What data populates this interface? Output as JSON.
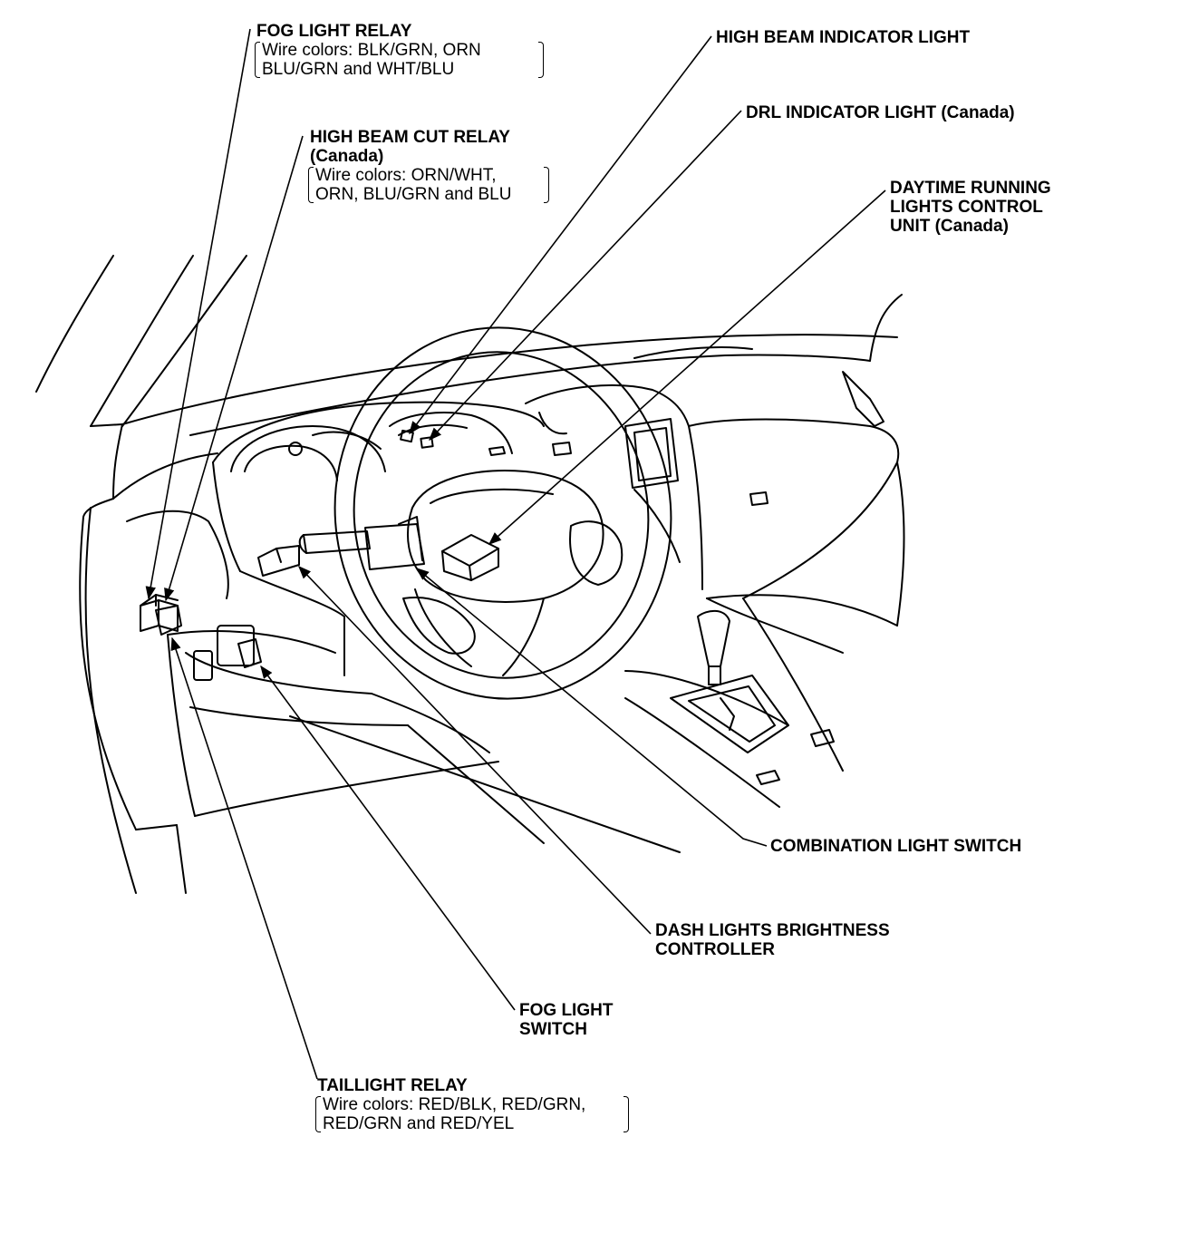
{
  "labels": {
    "fog_light_relay": {
      "title": "FOG LIGHT RELAY",
      "wire_line1": "Wire colors: BLK/GRN, ORN",
      "wire_line2": "BLU/GRN and WHT/BLU"
    },
    "high_beam_cut_relay": {
      "title_line1": "HIGH BEAM CUT RELAY",
      "title_line2": "(Canada)",
      "wire_line1": "Wire colors: ORN/WHT,",
      "wire_line2": "ORN, BLU/GRN and BLU"
    },
    "high_beam_indicator": "HIGH BEAM INDICATOR LIGHT",
    "drl_indicator": "DRL INDICATOR LIGHT (Canada)",
    "drl_control_unit": {
      "line1": "DAYTIME RUNNING",
      "line2": "LIGHTS CONTROL",
      "line3": "UNIT (Canada)"
    },
    "combination_switch": "COMBINATION LIGHT SWITCH",
    "dash_brightness": {
      "line1": "DASH LIGHTS BRIGHTNESS",
      "line2": "CONTROLLER"
    },
    "fog_light_switch": {
      "line1": "FOG LIGHT",
      "line2": "SWITCH"
    },
    "taillight_relay": {
      "title": "TAILLIGHT RELAY",
      "wire_line1": "Wire colors: RED/BLK, RED/GRN,",
      "wire_line2": "RED/GRN and RED/YEL"
    }
  }
}
